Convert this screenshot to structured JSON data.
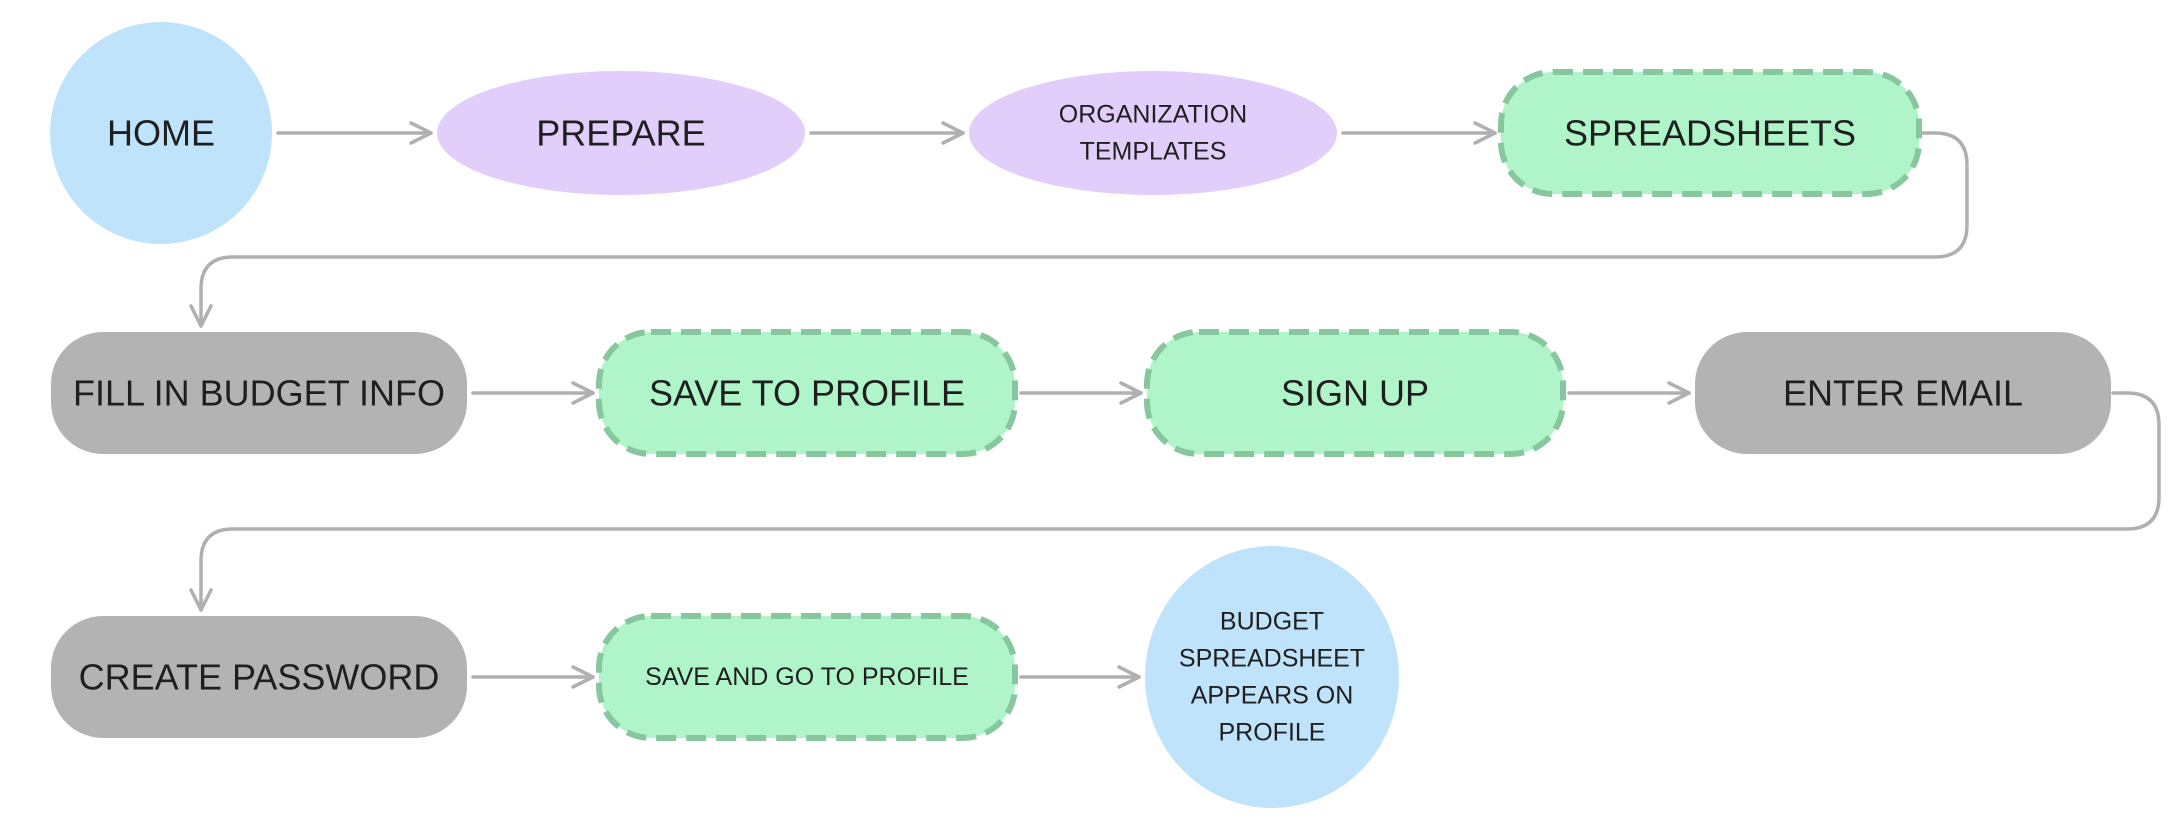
{
  "colors": {
    "start_end_fill": "#bfe3fb",
    "prepare_fill": "#e2cefb",
    "highlight_fill": "#b0f5c9",
    "highlight_dash": "#88c79e",
    "step_fill": "#b3b3b3",
    "connector": "#b0b0b0",
    "text": "#1f1f1f"
  },
  "nodes": {
    "home": {
      "lines": [
        "HOME"
      ],
      "shape": "circle"
    },
    "prepare": {
      "lines": [
        "PREPARE"
      ],
      "shape": "ellipse"
    },
    "organization_templates": {
      "lines": [
        "ORGANIZATION",
        "TEMPLATES"
      ],
      "shape": "ellipse"
    },
    "spreadsheets": {
      "lines": [
        "SPREADSHEETS"
      ],
      "shape": "dashed-rounded"
    },
    "fill_in_budget_info": {
      "lines": [
        "FILL IN BUDGET INFO"
      ],
      "shape": "rounded"
    },
    "save_to_profile": {
      "lines": [
        "SAVE TO PROFILE"
      ],
      "shape": "dashed-rounded"
    },
    "sign_up": {
      "lines": [
        "SIGN UP"
      ],
      "shape": "dashed-rounded"
    },
    "enter_email": {
      "lines": [
        "ENTER EMAIL"
      ],
      "shape": "rounded"
    },
    "create_password": {
      "lines": [
        "CREATE PASSWORD"
      ],
      "shape": "rounded"
    },
    "save_and_go_to_profile": {
      "lines": [
        "SAVE AND GO TO PROFILE"
      ],
      "shape": "dashed-rounded"
    },
    "budget_spreadsheet_appears": {
      "lines": [
        "BUDGET",
        "SPREADSHEET",
        "APPEARS ON",
        "PROFILE"
      ],
      "shape": "circle"
    }
  },
  "edges": [
    [
      "home",
      "prepare"
    ],
    [
      "prepare",
      "organization_templates"
    ],
    [
      "organization_templates",
      "spreadsheets"
    ],
    [
      "spreadsheets",
      "fill_in_budget_info"
    ],
    [
      "fill_in_budget_info",
      "save_to_profile"
    ],
    [
      "save_to_profile",
      "sign_up"
    ],
    [
      "sign_up",
      "enter_email"
    ],
    [
      "enter_email",
      "create_password"
    ],
    [
      "create_password",
      "save_and_go_to_profile"
    ],
    [
      "save_and_go_to_profile",
      "budget_spreadsheet_appears"
    ]
  ]
}
